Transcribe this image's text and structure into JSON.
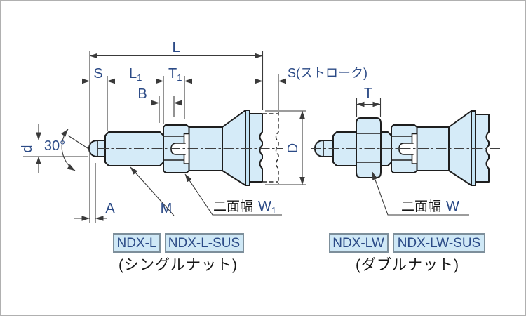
{
  "title": "NDX index plunger dimension drawing",
  "colors": {
    "part_fill": "#d5ebf8",
    "part_fill_shade": "#c3e3f4",
    "outline": "#1e1e1e",
    "dimension_line": "#3a3a3a",
    "label_blue": "#2b4a86",
    "text_black": "#161616",
    "model_box_fill": "#cfe8f6",
    "model_box_border": "#7d8f9b"
  },
  "dimensions": {
    "overall_length": "L",
    "stroke": "S",
    "l1": {
      "base": "L",
      "sub": "1"
    },
    "t1": {
      "base": "T",
      "sub": "1"
    },
    "slot_width": "B",
    "stroke_note": "S(ストローク)",
    "pin_diameter": "d",
    "tip_angle": "30°",
    "tip_length": "A",
    "thread": "M",
    "width_across_flats_w1": {
      "prefix": "二面幅",
      "base": "W",
      "sub": "1"
    },
    "nut_width": "T",
    "knob_diameter": "D",
    "width_across_flats_w": {
      "prefix": "二面幅",
      "base": "W"
    }
  },
  "models": {
    "single_nut": {
      "model": "NDX-L",
      "model_sus": "NDX-L-SUS",
      "caption": "(シングルナット)"
    },
    "double_nut": {
      "model": "NDX-LW",
      "model_sus": "NDX-LW-SUS",
      "caption": "(ダブルナット)"
    }
  }
}
